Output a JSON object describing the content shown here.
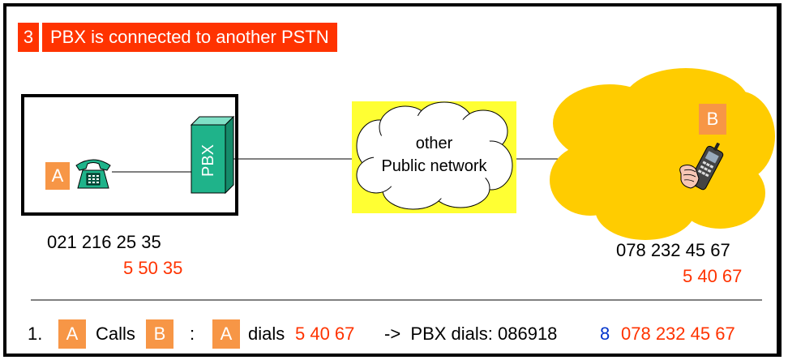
{
  "header": {
    "step_number": "3",
    "title": "PBX is connected to another PSTN"
  },
  "site_a": {
    "badge": "A",
    "pbx_label": "PBX",
    "number_full": "021 216 25 35",
    "number_ext": "5 50 35"
  },
  "network": {
    "line1": "other",
    "line2": "Public network"
  },
  "site_b": {
    "badge": "B",
    "number_full": "078 232 45 67",
    "number_ext": "5 40 67"
  },
  "footer": {
    "index": "1.",
    "a_badge": "A",
    "calls": "Calls",
    "b_badge": "B",
    "colon": ":",
    "a_badge2": "A",
    "dials": "dials",
    "dialed_number": "5 40 67",
    "arrow_text": "->  PBX dials: 086918",
    "prefix": "8",
    "target_number": "078 232 45 67"
  },
  "colors": {
    "accent_red": "#ff3300",
    "badge_orange": "#f79646",
    "cloud_yellow": "#ffcc00",
    "pbx_green": "#1fb38a",
    "blue": "#0033cc"
  }
}
